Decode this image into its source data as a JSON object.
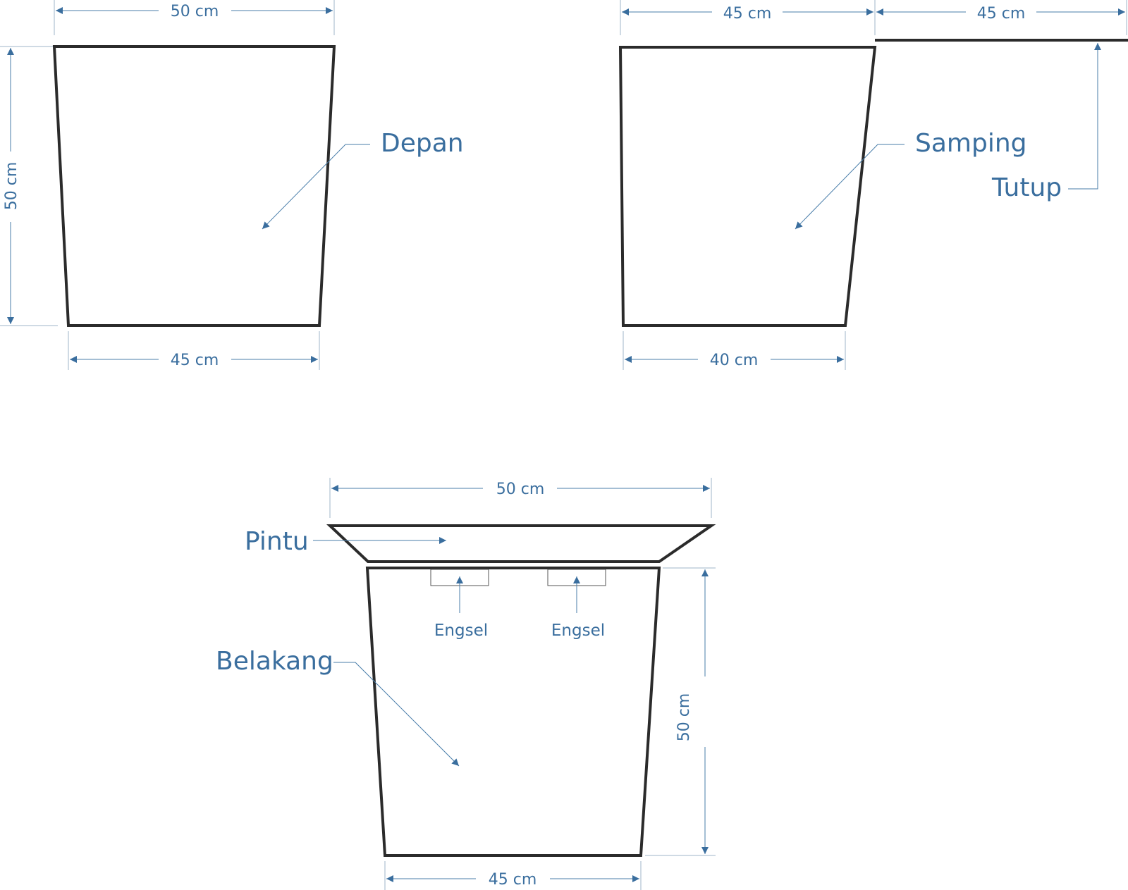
{
  "colors": {
    "outline": "#2b2b2b",
    "annotation": "#3a6e9e"
  },
  "front": {
    "label": "Depan",
    "top_width": "50 cm",
    "height": "50 cm",
    "bottom_width": "45 cm"
  },
  "side": {
    "label": "Samping",
    "top_width": "45 cm",
    "bottom_width": "40 cm"
  },
  "lid": {
    "label": "Tutup",
    "width": "45 cm"
  },
  "back": {
    "label": "Belakang",
    "door_label": "Pintu",
    "top_width": "50 cm",
    "height": "50 cm",
    "bottom_width": "45 cm",
    "hinge_left_label": "Engsel",
    "hinge_right_label": "Engsel"
  }
}
